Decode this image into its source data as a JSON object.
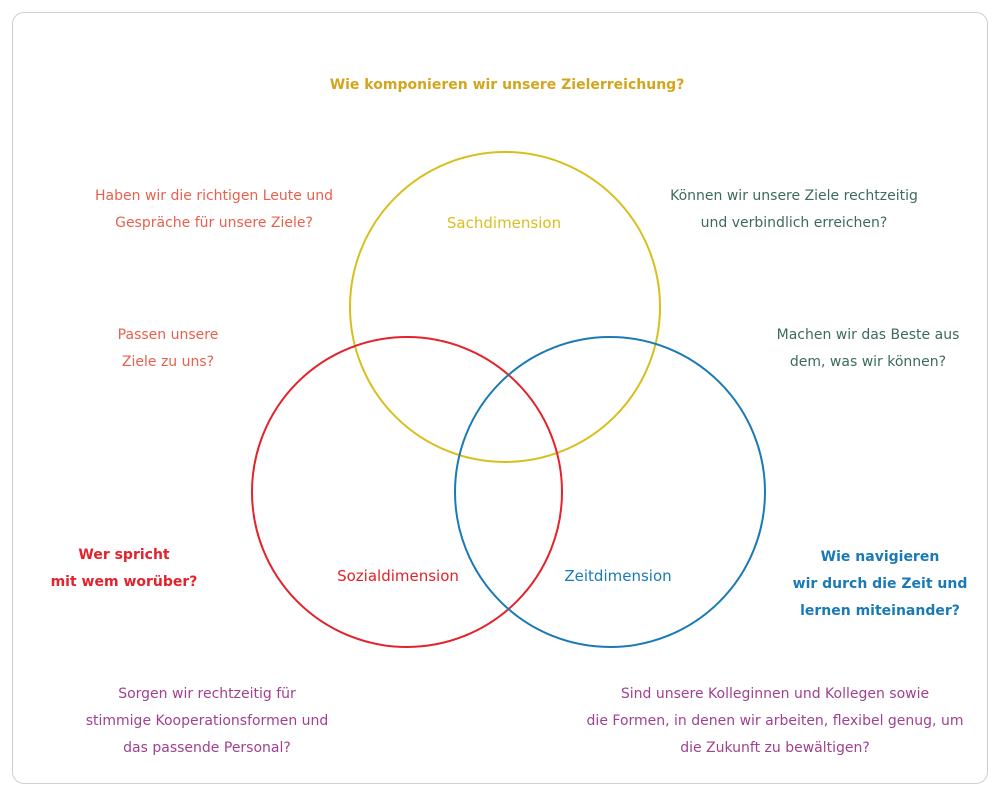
{
  "title": "Wie komponieren wir unsere Zielerreichung?",
  "circles": {
    "sach": {
      "label": "Sachdimension",
      "color": "#d8bf1e"
    },
    "sozial": {
      "label": "Sozialdimension",
      "color": "#e3222b"
    },
    "zeit": {
      "label": "Zeitdimension",
      "color": "#1a7ab5"
    }
  },
  "questions": {
    "top_left": "Haben wir die richtigen Leute und\nGespräche für unsere Ziele?",
    "top_right": "Können wir unsere Ziele rechtzeitig\nund verbindlich erreichen?",
    "mid_left": "Passen unsere\nZiele zu uns?",
    "mid_right": "Machen wir das Beste aus\ndem, was wir können?",
    "sozial_bold": "Wer spricht\nmit wem worüber?",
    "zeit_bold": "Wie navigieren\nwir durch die Zeit und\nlernen miteinander?",
    "bottom_left": "Sorgen wir rechtzeitig für\nstimmige Kooperationsformen und\ndas passende Personal?",
    "bottom_right": "Sind unsere Kolleginnen und Kollegen sowie\ndie Formen, in denen wir arbeiten, flexibel genug, um\ndie Zukunft zu bewältigen?"
  },
  "colors": {
    "title": "#d4a51c",
    "orange": "#e8604c",
    "green": "#3d6b58",
    "purple": "#a0418f"
  }
}
